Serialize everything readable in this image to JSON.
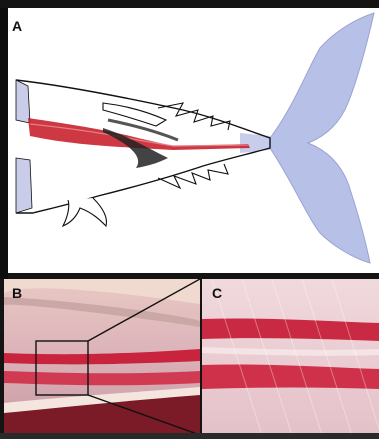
{
  "figure": {
    "panels": [
      {
        "id": "A",
        "label": "A"
      },
      {
        "id": "B",
        "label": "B"
      },
      {
        "id": "C",
        "label": "C"
      }
    ],
    "colors": {
      "tail": "#b7c0e6",
      "tail_edge": "#8d98cc",
      "muscle_red": "#c9222f",
      "tissue_pink": "#e6b9c0",
      "outline": "#111111"
    }
  }
}
